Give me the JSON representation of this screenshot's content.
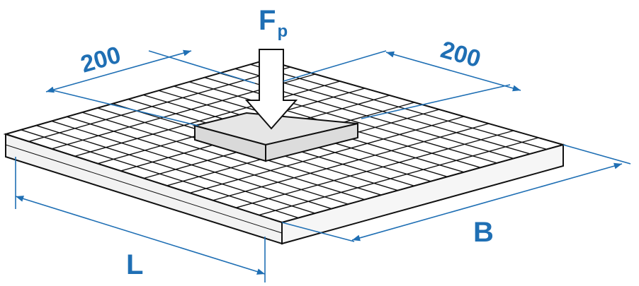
{
  "labels": {
    "force": "F",
    "force_sub": "p",
    "dim_left": "200",
    "dim_right": "200",
    "width": "B",
    "length": "L"
  },
  "colors": {
    "dimension": "#1f6fb4",
    "outline": "#111111",
    "plate": "#e6e6e6",
    "background": "#ffffff"
  }
}
